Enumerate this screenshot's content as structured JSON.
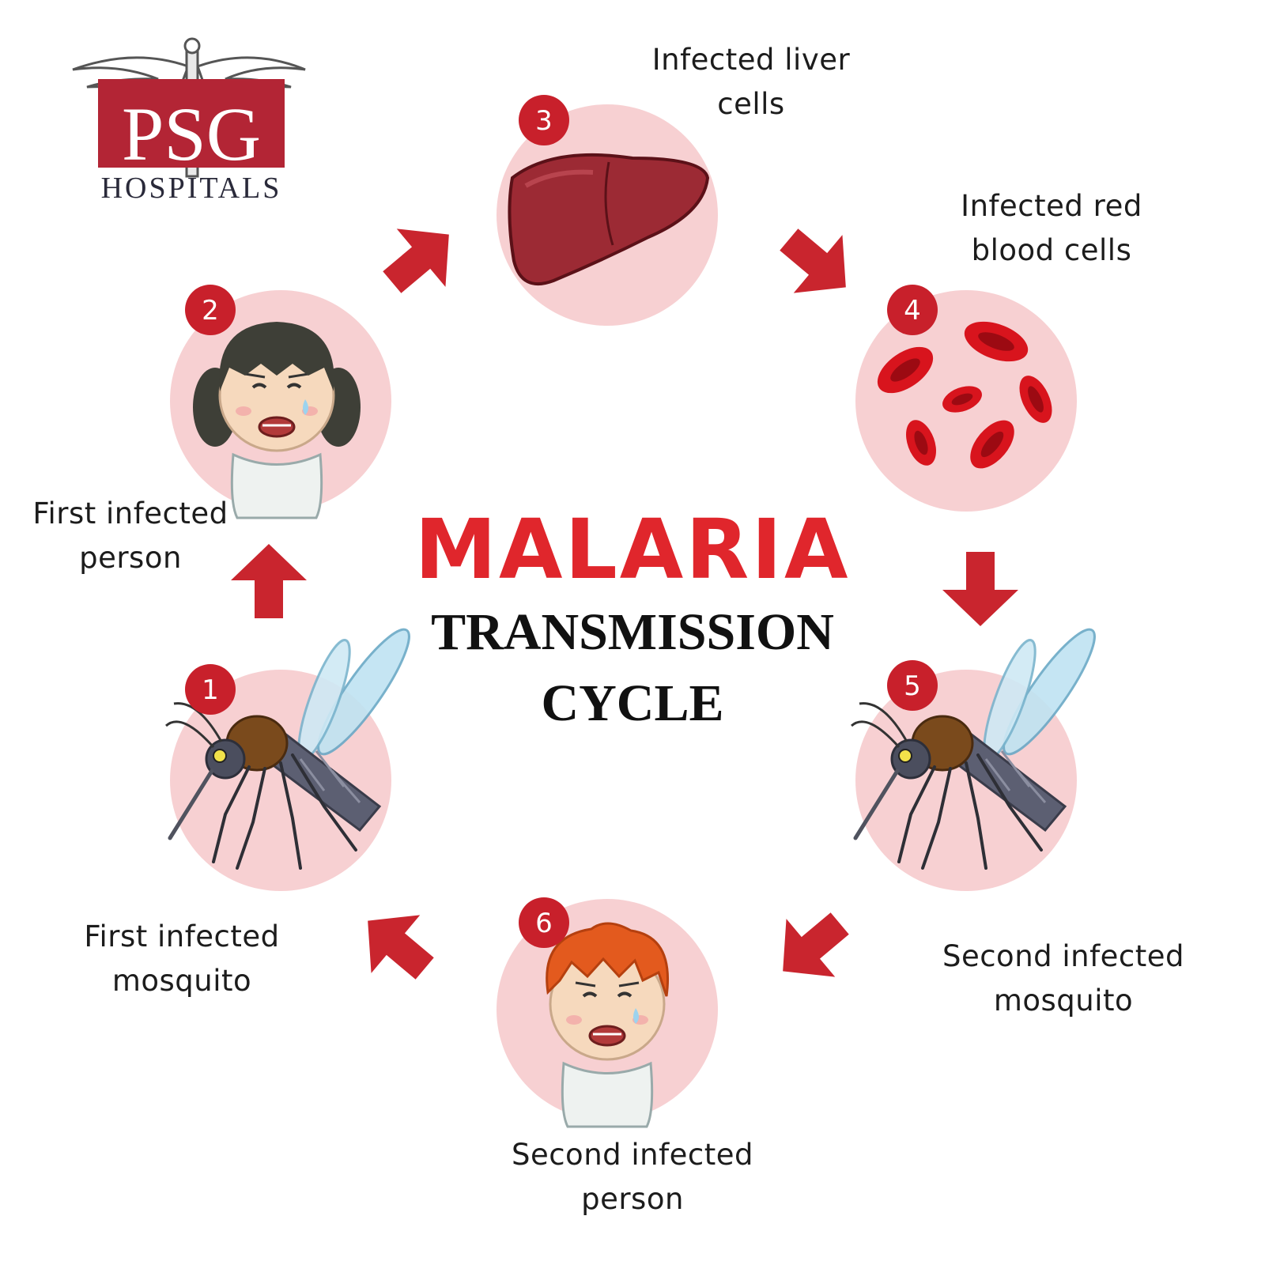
{
  "logo": {
    "brand_letters": "PSG",
    "brand_subtitle": "HOSPITALS",
    "colors": {
      "red": "#b32535",
      "navy": "#2a2a3a"
    }
  },
  "title": {
    "main": "MALARIA",
    "line2": "TRANSMISSION",
    "line3": "CYCLE"
  },
  "steps": [
    {
      "number": "1",
      "label_line1": "First infected",
      "label_line2": "mosquito",
      "icon": "mosquito-icon"
    },
    {
      "number": "2",
      "label_line1": "First infected",
      "label_line2": "person",
      "icon": "girl-icon"
    },
    {
      "number": "3",
      "label_line1": "Infected liver",
      "label_line2": "cells",
      "icon": "liver-icon"
    },
    {
      "number": "4",
      "label_line1": "Infected red",
      "label_line2": "blood cells",
      "icon": "red-blood-cells-icon"
    },
    {
      "number": "5",
      "label_line1": "Second infected",
      "label_line2": "mosquito",
      "icon": "mosquito-icon"
    },
    {
      "number": "6",
      "label_line1": "Second infected",
      "label_line2": "person",
      "icon": "boy-icon"
    }
  ],
  "colors": {
    "title_red": "#e0262c",
    "circle_fill": "#f7d0d2",
    "badge_red": "#c8202b",
    "arrow_red": "#c9252e"
  }
}
